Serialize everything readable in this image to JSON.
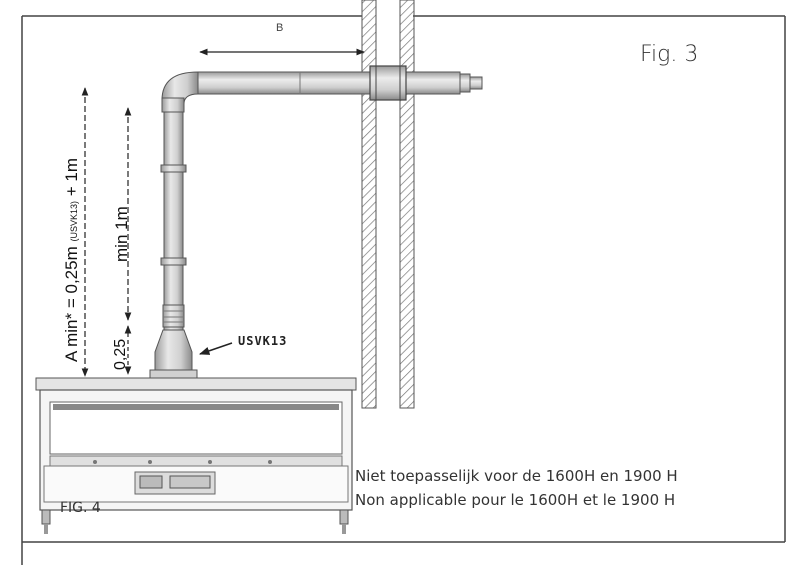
{
  "figure": {
    "fig3_label": "Fig. 3",
    "fig4_label": "FIG. 4",
    "dimension_b": "B",
    "part_label": "USVK13",
    "dim_a_main": "A min* = 0,25m",
    "dim_a_small": "(USVK13)",
    "dim_a_tail": "+ 1m",
    "dim_min": "min 1m",
    "dim_offset": "0,25",
    "note_nl": "Niet toepasselijk voor de 1600H en 1900 H",
    "note_fr": "Non applicable pour le 1600H et le 1900 H"
  },
  "colors": {
    "frame": "#444444",
    "pipe_fill": "#d6d6d6",
    "pipe_stroke": "#555555",
    "wall_hatch": "#666666",
    "stove_fill": "#eeeeee"
  }
}
